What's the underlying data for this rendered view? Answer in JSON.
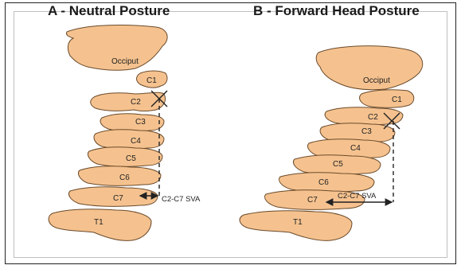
{
  "panels": [
    {
      "title": "A - Neutral Posture",
      "labels": [
        "Occiput",
        "C1",
        "C2",
        "C3",
        "C4",
        "C5",
        "C6",
        "C7",
        "T1"
      ],
      "sva_label": "C2-C7 SVA"
    },
    {
      "title": "B - Forward Head Posture",
      "labels": [
        "Occiput",
        "C1",
        "C2",
        "C3",
        "C4",
        "C5",
        "C6",
        "C7",
        "T1"
      ],
      "sva_label": "C2-C7 SVA"
    }
  ],
  "colors": {
    "bone_fill": "#f5c28f",
    "bone_stroke": "#6b4a2a",
    "line": "#222222"
  }
}
